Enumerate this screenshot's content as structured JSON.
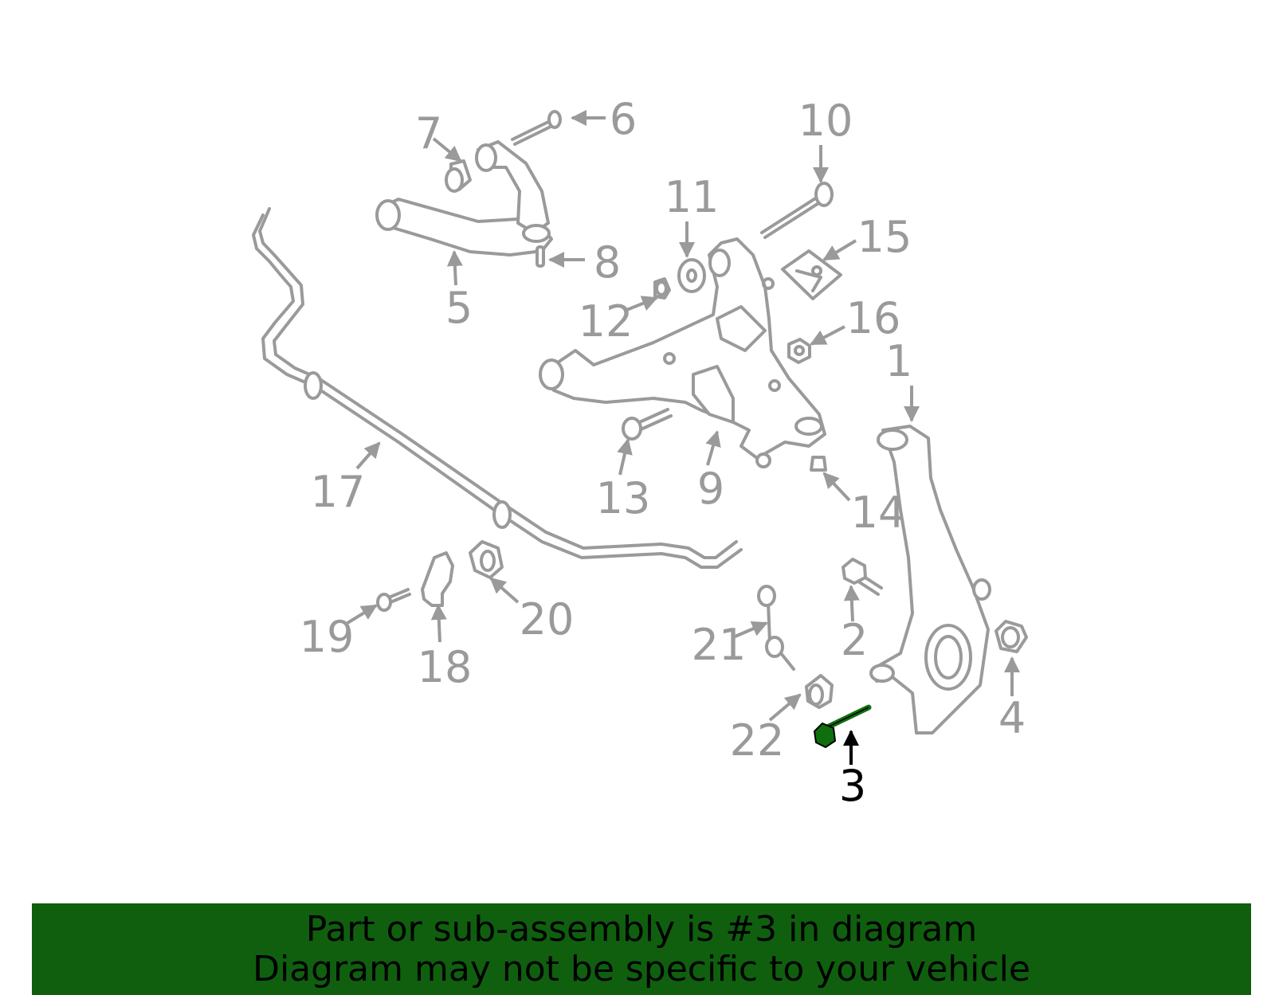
{
  "highlight_color": "#0f6f0f",
  "banner_color": "#0f5f0f",
  "callout_color": "#9a9a9a",
  "callouts": [
    {
      "label": "1",
      "highlight": false
    },
    {
      "label": "2",
      "highlight": false
    },
    {
      "label": "3",
      "highlight": true
    },
    {
      "label": "4",
      "highlight": false
    },
    {
      "label": "5",
      "highlight": false
    },
    {
      "label": "6",
      "highlight": false
    },
    {
      "label": "7",
      "highlight": false
    },
    {
      "label": "8",
      "highlight": false
    },
    {
      "label": "9",
      "highlight": false
    },
    {
      "label": "10",
      "highlight": false
    },
    {
      "label": "11",
      "highlight": false
    },
    {
      "label": "12",
      "highlight": false
    },
    {
      "label": "13",
      "highlight": false
    },
    {
      "label": "14",
      "highlight": false
    },
    {
      "label": "15",
      "highlight": false
    },
    {
      "label": "16",
      "highlight": false
    },
    {
      "label": "17",
      "highlight": false
    },
    {
      "label": "18",
      "highlight": false
    },
    {
      "label": "19",
      "highlight": false
    },
    {
      "label": "20",
      "highlight": false
    },
    {
      "label": "21",
      "highlight": false
    },
    {
      "label": "22",
      "highlight": false
    }
  ],
  "banner": {
    "line1": "Part or sub-assembly is #3 in diagram",
    "line2": "Diagram may not be specific to your vehicle"
  }
}
